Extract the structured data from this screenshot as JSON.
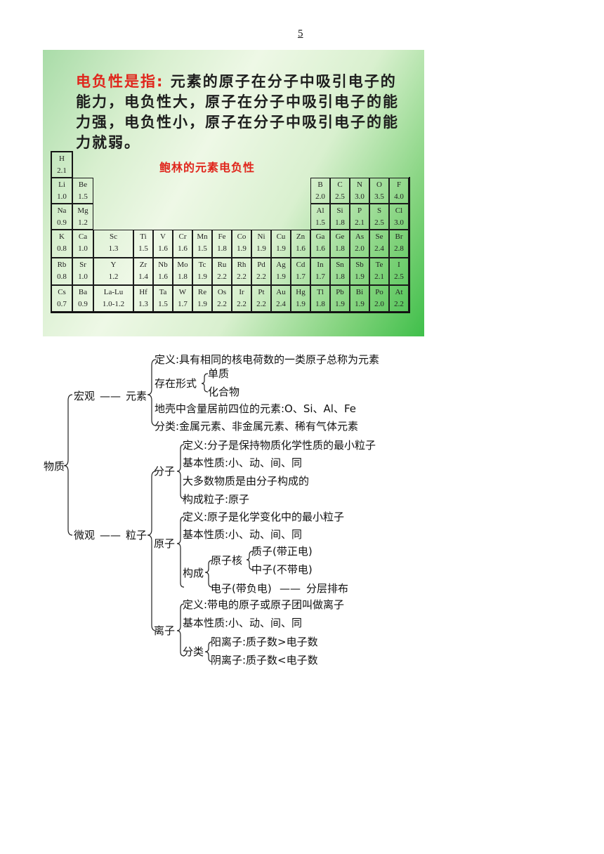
{
  "page_number": "5",
  "slide": {
    "intro_highlight": "电负性是指:",
    "intro_text": "元素的原子在分子中吸引电子的能力，电负性大，原子在分子中吸引电子的能力强，电负性小，原子在分子中吸引电子的能力就弱。",
    "table_title": "鲍林的元素电负性",
    "elements": [
      {
        "s": "H",
        "v": "2.1",
        "r": 0,
        "c": 0
      },
      {
        "s": "Li",
        "v": "1.0",
        "r": 1,
        "c": 0
      },
      {
        "s": "Be",
        "v": "1.5",
        "r": 1,
        "c": 1
      },
      {
        "s": "B",
        "v": "2.0",
        "r": 1,
        "c": 12
      },
      {
        "s": "C",
        "v": "2.5",
        "r": 1,
        "c": 13
      },
      {
        "s": "N",
        "v": "3.0",
        "r": 1,
        "c": 14
      },
      {
        "s": "O",
        "v": "3.5",
        "r": 1,
        "c": 15
      },
      {
        "s": "F",
        "v": "4.0",
        "r": 1,
        "c": 16
      },
      {
        "s": "Na",
        "v": "0.9",
        "r": 2,
        "c": 0
      },
      {
        "s": "Mg",
        "v": "1.2",
        "r": 2,
        "c": 1
      },
      {
        "s": "Al",
        "v": "1.5",
        "r": 2,
        "c": 12
      },
      {
        "s": "Si",
        "v": "1.8",
        "r": 2,
        "c": 13
      },
      {
        "s": "P",
        "v": "2.1",
        "r": 2,
        "c": 14
      },
      {
        "s": "S",
        "v": "2.5",
        "r": 2,
        "c": 15
      },
      {
        "s": "Cl",
        "v": "3.0",
        "r": 2,
        "c": 16
      },
      {
        "s": "K",
        "v": "0.8",
        "r": 3,
        "c": 0
      },
      {
        "s": "Ca",
        "v": "1.0",
        "r": 3,
        "c": 1
      },
      {
        "s": "Sc",
        "v": "1.3",
        "r": 3,
        "c": 2
      },
      {
        "s": "Ti",
        "v": "1.5",
        "r": 3,
        "c": 3
      },
      {
        "s": "V",
        "v": "1.6",
        "r": 3,
        "c": 4
      },
      {
        "s": "Cr",
        "v": "1.6",
        "r": 3,
        "c": 5
      },
      {
        "s": "Mn",
        "v": "1.5",
        "r": 3,
        "c": 6
      },
      {
        "s": "Fe",
        "v": "1.8",
        "r": 3,
        "c": 7
      },
      {
        "s": "Co",
        "v": "1.9",
        "r": 3,
        "c": 8
      },
      {
        "s": "Ni",
        "v": "1.9",
        "r": 3,
        "c": 9
      },
      {
        "s": "Cu",
        "v": "1.9",
        "r": 3,
        "c": 10
      },
      {
        "s": "Zn",
        "v": "1.6",
        "r": 3,
        "c": 11
      },
      {
        "s": "Ga",
        "v": "1.6",
        "r": 3,
        "c": 12
      },
      {
        "s": "Ge",
        "v": "1.8",
        "r": 3,
        "c": 13
      },
      {
        "s": "As",
        "v": "2.0",
        "r": 3,
        "c": 14
      },
      {
        "s": "Se",
        "v": "2.4",
        "r": 3,
        "c": 15
      },
      {
        "s": "Br",
        "v": "2.8",
        "r": 3,
        "c": 16
      },
      {
        "s": "Rb",
        "v": "0.8",
        "r": 4,
        "c": 0
      },
      {
        "s": "Sr",
        "v": "1.0",
        "r": 4,
        "c": 1
      },
      {
        "s": "Y",
        "v": "1.2",
        "r": 4,
        "c": 2
      },
      {
        "s": "Zr",
        "v": "1.4",
        "r": 4,
        "c": 3
      },
      {
        "s": "Nb",
        "v": "1.6",
        "r": 4,
        "c": 4
      },
      {
        "s": "Mo",
        "v": "1.8",
        "r": 4,
        "c": 5
      },
      {
        "s": "Tc",
        "v": "1.9",
        "r": 4,
        "c": 6
      },
      {
        "s": "Ru",
        "v": "2.2",
        "r": 4,
        "c": 7
      },
      {
        "s": "Rh",
        "v": "2.2",
        "r": 4,
        "c": 8
      },
      {
        "s": "Pd",
        "v": "2.2",
        "r": 4,
        "c": 9
      },
      {
        "s": "Ag",
        "v": "1.9",
        "r": 4,
        "c": 10
      },
      {
        "s": "Cd",
        "v": "1.7",
        "r": 4,
        "c": 11
      },
      {
        "s": "In",
        "v": "1.7",
        "r": 4,
        "c": 12
      },
      {
        "s": "Sn",
        "v": "1.8",
        "r": 4,
        "c": 13
      },
      {
        "s": "Sb",
        "v": "1.9",
        "r": 4,
        "c": 14
      },
      {
        "s": "Te",
        "v": "2.1",
        "r": 4,
        "c": 15
      },
      {
        "s": "I",
        "v": "2.5",
        "r": 4,
        "c": 16
      },
      {
        "s": "Cs",
        "v": "0.7",
        "r": 5,
        "c": 0
      },
      {
        "s": "Ba",
        "v": "0.9",
        "r": 5,
        "c": 1
      },
      {
        "s": "La-Lu",
        "v": "1.0-1.2",
        "r": 5,
        "c": 2
      },
      {
        "s": "Hf",
        "v": "1.3",
        "r": 5,
        "c": 3
      },
      {
        "s": "Ta",
        "v": "1.5",
        "r": 5,
        "c": 4
      },
      {
        "s": "W",
        "v": "1.7",
        "r": 5,
        "c": 5
      },
      {
        "s": "Re",
        "v": "1.9",
        "r": 5,
        "c": 6
      },
      {
        "s": "Os",
        "v": "2.2",
        "r": 5,
        "c": 7
      },
      {
        "s": "Ir",
        "v": "2.2",
        "r": 5,
        "c": 8
      },
      {
        "s": "Pt",
        "v": "2.2",
        "r": 5,
        "c": 9
      },
      {
        "s": "Au",
        "v": "2.4",
        "r": 5,
        "c": 10
      },
      {
        "s": "Hg",
        "v": "1.9",
        "r": 5,
        "c": 11
      },
      {
        "s": "Tl",
        "v": "1.8",
        "r": 5,
        "c": 12
      },
      {
        "s": "Pb",
        "v": "1.9",
        "r": 5,
        "c": 13
      },
      {
        "s": "Bi",
        "v": "1.9",
        "r": 5,
        "c": 14
      },
      {
        "s": "Po",
        "v": "2.0",
        "r": 5,
        "c": 15
      },
      {
        "s": "At",
        "v": "2.2",
        "r": 5,
        "c": 16
      }
    ]
  },
  "diagram": {
    "root": "物质",
    "macro": "宏观",
    "macro_arrow": "——",
    "element": "元素",
    "element_def": "定义:具有相同的核电荷数的一类原子总称为元素",
    "existence": "存在形式",
    "simple": "单质",
    "compound": "化合物",
    "crust": "地壳中含量居前四位的元素:O、Si、Al、Fe",
    "classify": "分类:金属元素、非金属元素、稀有气体元素",
    "micro": "微观",
    "micro_arrow": "——",
    "particle": "粒子",
    "molecule": "分子",
    "mol_def": "定义:分子是保持物质化学性质的最小粒子",
    "mol_prop": "基本性质:小、动、间、同",
    "mol_most": "大多数物质是由分子构成的",
    "mol_comp": "构成粒子:原子",
    "atom": "原子",
    "atom_def": "定义:原子是化学变化中的最小粒子",
    "atom_prop": "基本性质:小、动、间、同",
    "atom_comp": "构成",
    "nucleus": "原子核",
    "proton": "质子(带正电)",
    "neutron": "中子(不带电)",
    "electron": "电子(带负电)",
    "electron_arrow": "——",
    "layer": "分层排布",
    "ion": "离子",
    "ion_def": "定义:带电的原子或原子团叫做离子",
    "ion_prop": "基本性质:小、动、间、同",
    "ion_class": "分类",
    "cation": "阳离子:质子数>电子数",
    "anion": "阴离子:质子数<电子数"
  }
}
